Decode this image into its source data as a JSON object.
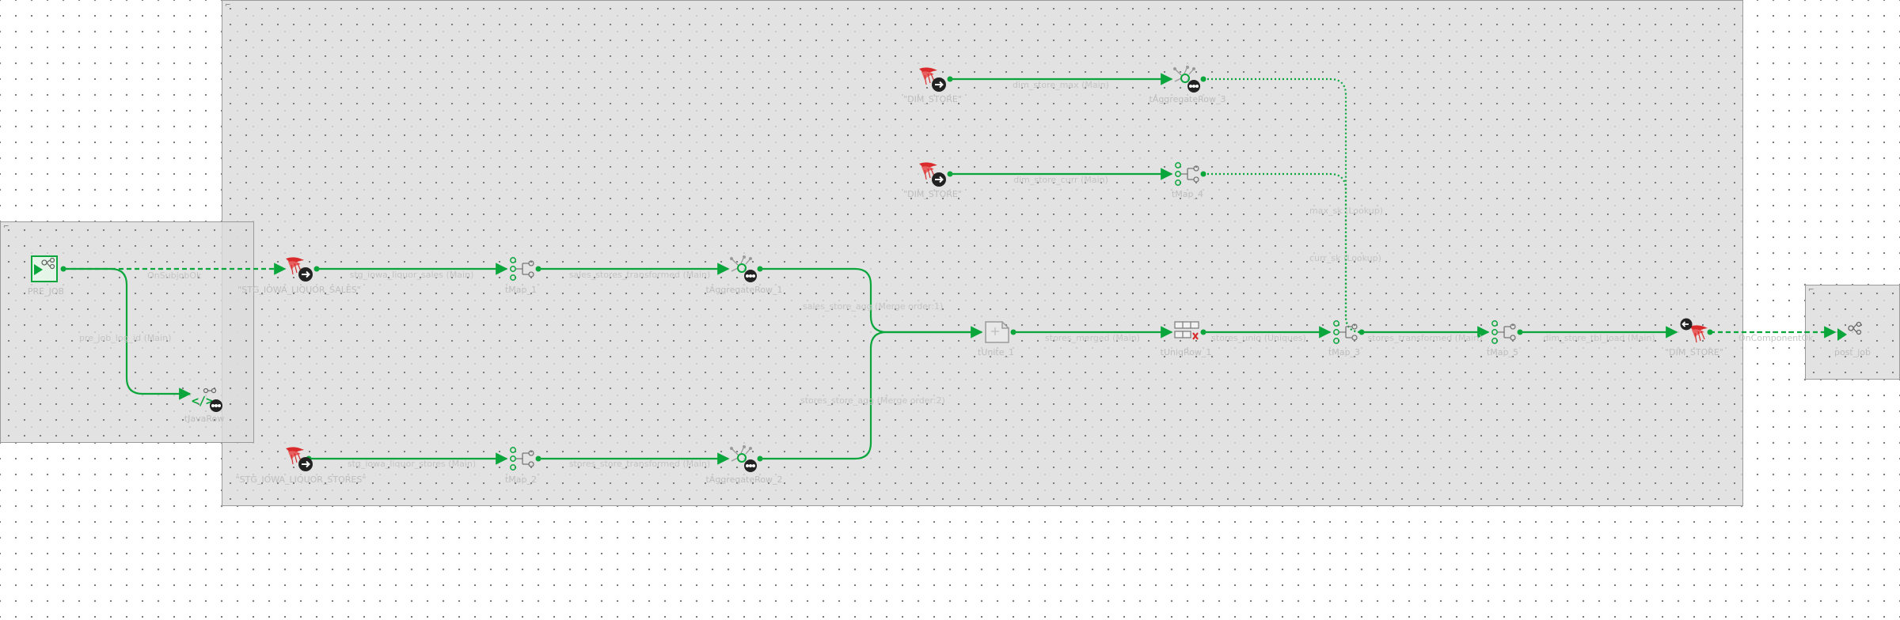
{
  "canvas": {
    "title": "Talend job designer"
  },
  "colors": {
    "link": "#0aa63b",
    "label": "#bdbdbd",
    "oracle_red": "#d92b2b",
    "subjob_bg": "#dcdcdc"
  },
  "components": {
    "pre_job": "PRE_JOB",
    "local_process": "tJavaRow",
    "stg_sales": "\"STG_IOWA_LIQUOR_SALES\"",
    "tmap_1": "tMap_1",
    "tagg_1": "tAggregateRow_1",
    "stg_stores": "\"STG_IOWA_LIQUOR_STORES\"",
    "tmap_2": "tMap_2",
    "tagg_2": "tAggregateRow_2",
    "dim_store_a": "\"DIM_STORE\"",
    "tagg_3": "tAggregateRow_3",
    "dim_store_b": "\"DIM_STORE\"",
    "tmap_4": "tMap_4",
    "tunite_1": "tUnite_1",
    "tuniqrow_1": "tUniqRow_1",
    "tmap_3": "tMap_3",
    "tmap_5": "tMap_5",
    "dim_store_out": "\"DIM_STORE\"",
    "post_job": "post_job"
  },
  "links": {
    "on_subjob_ok": "OnSubjobOk",
    "pre_job_main": "pre_job_log_id (Main)",
    "stg_sales_main": "stg_iowa_liquor_sales (Main)",
    "sales_transformed": "sales_stores_transformed (Main)",
    "merge_1": "sales_store_agg (Merge order:1)",
    "merge_2": "stores_store_agg (Merge order:2)",
    "stg_stores_main": "stg_iowa_liquor_stores (Main)",
    "stores_transformed": "stores_store_transformed (Main)",
    "dim_store_max": "dim_store_max (Main)",
    "dim_store_curr": "dim_store_curr (Main)",
    "max_sk_lookup": "max_sk (Lookup)",
    "curr_sk_lookup": "curr_sk (Lookup)",
    "stores_merged": "stores_merged (Main)",
    "stores_uniq": "stores_uniq (Uniques)",
    "stores_transformed_3": "stores_transformed (Main)",
    "dim_store_tbl_load": "dim_store_tbl_load (Main)",
    "on_component_ok": "OnComponentOk"
  }
}
